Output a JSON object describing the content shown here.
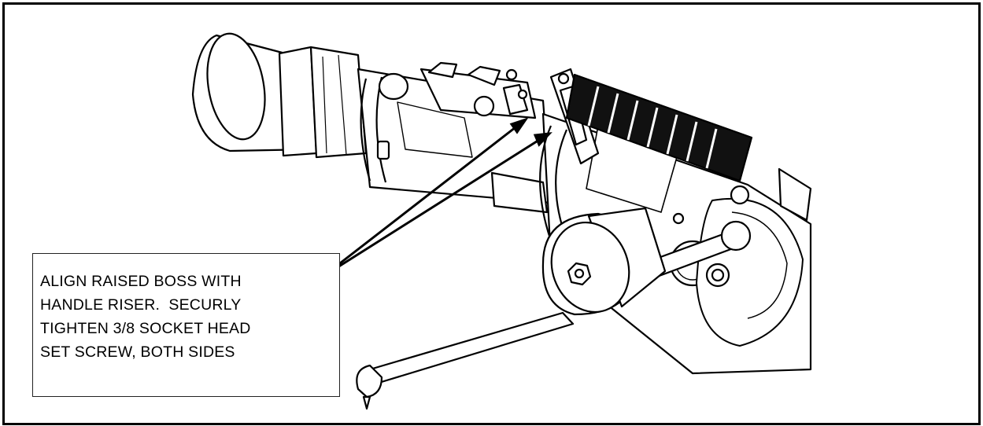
{
  "callout": {
    "lines": [
      "ALIGN RAISED BOSS WITH",
      "HANDLE RISER.  SECURLY",
      "TIGHTEN 3/8 SOCKET HEAD",
      "SET SCREW, BOTH SIDES"
    ]
  },
  "icon_names": [
    "nozzle-illustration",
    "arrow-leader"
  ],
  "colors": {
    "line": "#000000",
    "background": "#ffffff",
    "grip": "#111111"
  }
}
